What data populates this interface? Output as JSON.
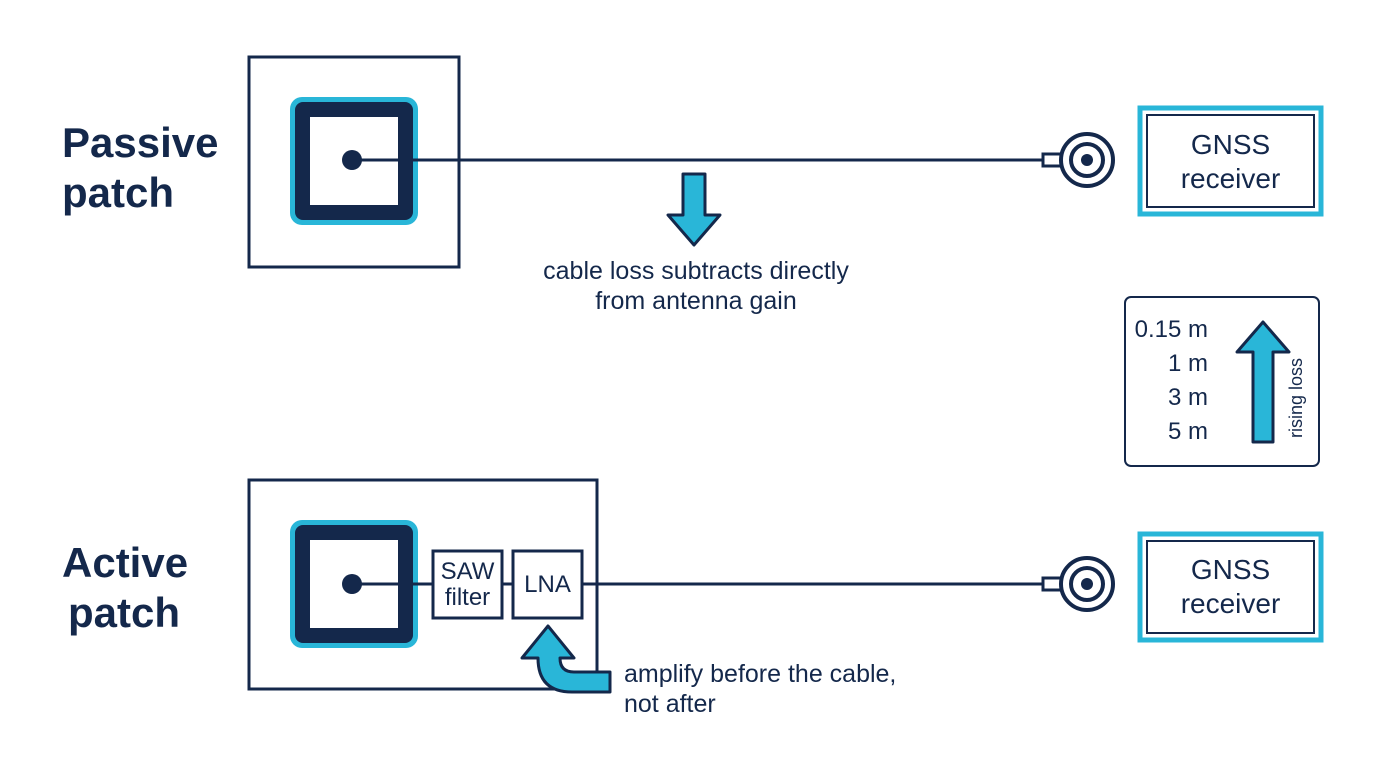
{
  "passive": {
    "title_line1": "Passive",
    "title_line2": "patch",
    "receiver_line1": "GNSS",
    "receiver_line2": "receiver",
    "note_line1": "cable loss subtracts directly",
    "note_line2": "from antenna gain"
  },
  "active": {
    "title_line1": "Active",
    "title_line2": "patch",
    "saw_line1": "SAW",
    "saw_line2": "filter",
    "lna": "LNA",
    "receiver_line1": "GNSS",
    "receiver_line2": "receiver",
    "note_line1": "amplify before the cable,",
    "note_line2": "not after"
  },
  "legend": {
    "lengths": [
      "0.15 m",
      "1 m",
      "3 m",
      "5 m"
    ],
    "arrow_label": "rising loss"
  },
  "colors": {
    "navy": "#14284b",
    "cyan": "#29b6d8"
  }
}
